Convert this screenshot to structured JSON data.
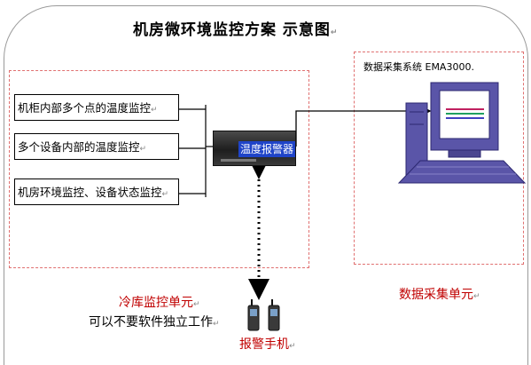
{
  "title": "机房微环境监控方案  示意图",
  "return_mark": "↵",
  "inputs": [
    "机柜内部多个点的温度监控",
    "多个设备内部的温度监控",
    "机房环境监控、设备状态监控"
  ],
  "device": "温度报警器",
  "system": "数据采集系统  EMA3000.",
  "left_unit": "冷库监控单元",
  "left_unit_note": "可以不要软件独立工作",
  "right_unit": "数据采集单元",
  "phone": "报警手机",
  "colors": {
    "dashed_border": "#e07070",
    "unit_label": "#c00000",
    "device_label_bg": "#1f44c8",
    "computer_body": "#5a55a8",
    "screen_lines": [
      "#c02060",
      "#20a060",
      "#4040c0"
    ]
  }
}
